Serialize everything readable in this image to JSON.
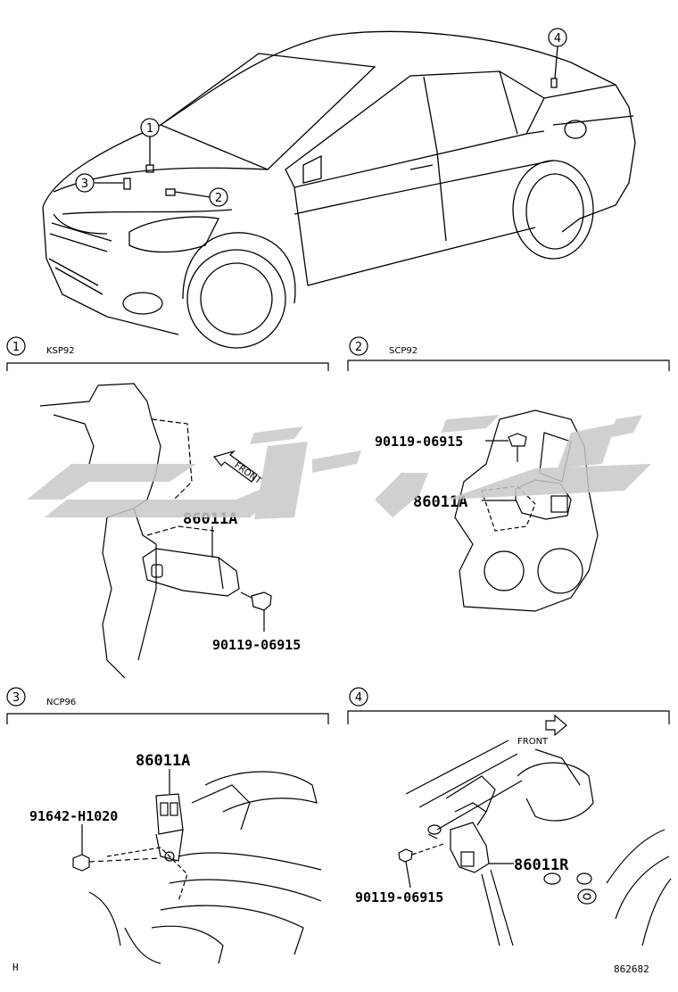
{
  "vehicle_callouts": [
    "1",
    "2",
    "3",
    "4"
  ],
  "panels": [
    {
      "number": "1",
      "model": "KSP92",
      "parts": {
        "sensor": "86011A",
        "bolt": "90119-06915"
      },
      "direction": "FRONT"
    },
    {
      "number": "2",
      "model": "SCP92",
      "parts": {
        "bolt": "90119-06915",
        "sensor": "86011A"
      }
    },
    {
      "number": "3",
      "model": "NCP96",
      "parts": {
        "sensor": "86011A",
        "bolt": "91642-H1020"
      }
    },
    {
      "number": "4",
      "model": "",
      "parts": {
        "sensor": "86011R",
        "bolt": "90119-06915"
      },
      "direction": "FRONT"
    }
  ],
  "footer": {
    "left": "H",
    "right": "862682"
  },
  "colors": {
    "line": "#000000",
    "watermark": "#c8c8c8"
  }
}
